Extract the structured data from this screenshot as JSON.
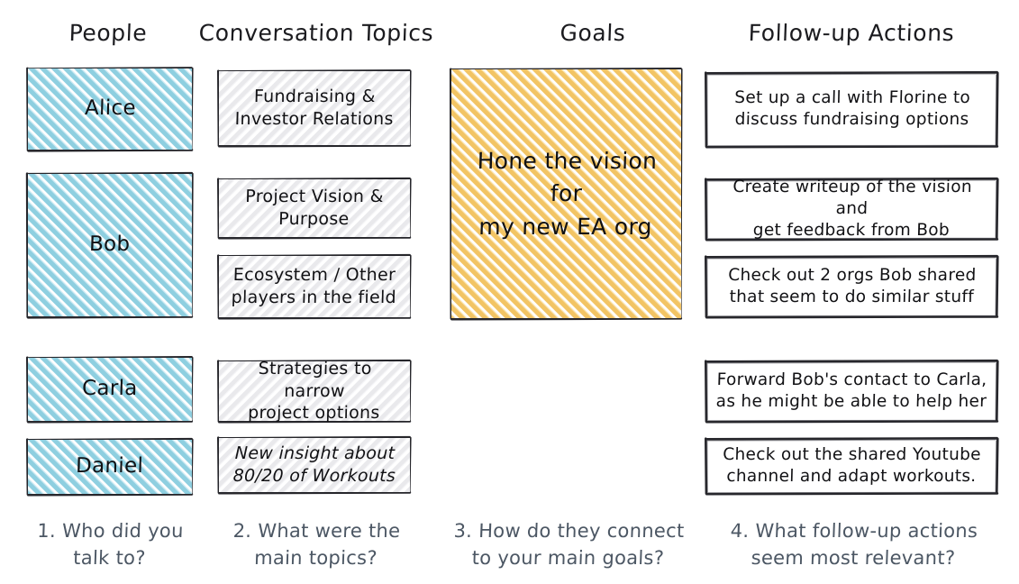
{
  "palette": {
    "person_fill": "#8ecfe0",
    "person_fill_light": "#cdeaf3",
    "topic_fill": "#d9d9dd",
    "goal_fill": "#f2c464",
    "goal_fill_light": "#fbe3ae",
    "action_fill": "#ffffff",
    "stroke": "#26262b",
    "caption_text": "#4c5764",
    "header_text": "#1b1b1f"
  },
  "columns": [
    {
      "id": "people",
      "header": "People"
    },
    {
      "id": "topics",
      "header": "Conversation Topics"
    },
    {
      "id": "goals",
      "header": "Goals"
    },
    {
      "id": "actions",
      "header": "Follow-up Actions"
    }
  ],
  "people": [
    {
      "name": "Alice"
    },
    {
      "name": "Bob"
    },
    {
      "name": "Carla"
    },
    {
      "name": "Daniel"
    }
  ],
  "topics": [
    {
      "text": "Fundraising &\nInvestor Relations",
      "italic": false
    },
    {
      "text": "Project Vision &\nPurpose",
      "italic": false
    },
    {
      "text": "Ecosystem / Other\nplayers in the field",
      "italic": false
    },
    {
      "text": "Strategies to narrow\nproject options",
      "italic": false
    },
    {
      "text": "New insight about\n80/20 of Workouts",
      "italic": true
    }
  ],
  "goals": [
    {
      "text": "Hone the vision for\nmy new EA org"
    }
  ],
  "actions": [
    {
      "text": "Set up a call with Florine to\ndiscuss fundraising options"
    },
    {
      "text": "Create writeup of the vision and\nget feedback from Bob"
    },
    {
      "text": "Check out 2 orgs Bob shared\nthat seem to do similar stuff"
    },
    {
      "text": "Forward Bob's contact to Carla,\nas he might be able to help her"
    },
    {
      "text": "Check out the shared Youtube\nchannel and adapt workouts."
    }
  ],
  "captions": [
    {
      "text": "1. Who did you\ntalk to?"
    },
    {
      "text": "2. What were the\nmain topics?"
    },
    {
      "text": "3. How do they connect\nto your main goals?"
    },
    {
      "text": "4. What follow-up actions\nseem most relevant?"
    }
  ]
}
